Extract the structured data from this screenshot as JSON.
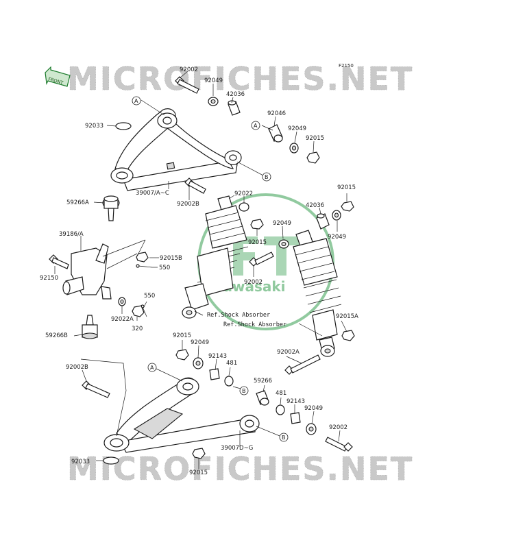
{
  "figure_code": "F2150",
  "watermark": {
    "top": "MICROFICHES.NET",
    "bottom": "MICROFICHES.NET",
    "logo_text": "Kawasaki"
  },
  "front_label": "FRONT",
  "labels": [
    {
      "id": "92002-top",
      "text": "92002"
    },
    {
      "id": "92049-top",
      "text": "92049"
    },
    {
      "id": "42036-top",
      "text": "42036"
    },
    {
      "id": "92046",
      "text": "92046"
    },
    {
      "id": "92049-mid",
      "text": "92049"
    },
    {
      "id": "92015-mid",
      "text": "92015"
    },
    {
      "id": "92033-top",
      "text": "92033"
    },
    {
      "id": "39007ac",
      "text": "39007/A~C"
    },
    {
      "id": "92002b-top",
      "text": "92002B"
    },
    {
      "id": "92022-top",
      "text": "92022"
    },
    {
      "id": "92015-right",
      "text": "92015"
    },
    {
      "id": "42036-right",
      "text": "42036"
    },
    {
      "id": "92049-right",
      "text": "92049"
    },
    {
      "id": "92049-shock",
      "text": "92049"
    },
    {
      "id": "92015-shock",
      "text": "92015"
    },
    {
      "id": "92002-shock",
      "text": "92002"
    },
    {
      "id": "59266a",
      "text": "59266A"
    },
    {
      "id": "39186a",
      "text": "39186/A"
    },
    {
      "id": "92015b",
      "text": "92015B"
    },
    {
      "id": "550-top",
      "text": "550"
    },
    {
      "id": "92150",
      "text": "92150"
    },
    {
      "id": "550-bot",
      "text": "550"
    },
    {
      "id": "92022a",
      "text": "92022A"
    },
    {
      "id": "320",
      "text": "320"
    },
    {
      "id": "59266b",
      "text": "59266B"
    },
    {
      "id": "ref-shock-1",
      "text": "Ref.Shock Absorber"
    },
    {
      "id": "ref-shock-2",
      "text": "Ref.Shock Absorber"
    },
    {
      "id": "92015a",
      "text": "92015A"
    },
    {
      "id": "92015-lower",
      "text": "92015"
    },
    {
      "id": "92049-lower",
      "text": "92049"
    },
    {
      "id": "92143-1",
      "text": "92143"
    },
    {
      "id": "481-1",
      "text": "481"
    },
    {
      "id": "59266",
      "text": "59266"
    },
    {
      "id": "92002a",
      "text": "92002A"
    },
    {
      "id": "481-2",
      "text": "481"
    },
    {
      "id": "92143-2",
      "text": "92143"
    },
    {
      "id": "92049-bot",
      "text": "92049"
    },
    {
      "id": "92002-bot",
      "text": "92002"
    },
    {
      "id": "92002b-bot",
      "text": "92002B"
    },
    {
      "id": "39007dg",
      "text": "39007D~G"
    },
    {
      "id": "92033-bot",
      "text": "92033"
    },
    {
      "id": "92015-bot",
      "text": "92015"
    }
  ],
  "ref_markers": {
    "A": "A",
    "B": "B"
  }
}
